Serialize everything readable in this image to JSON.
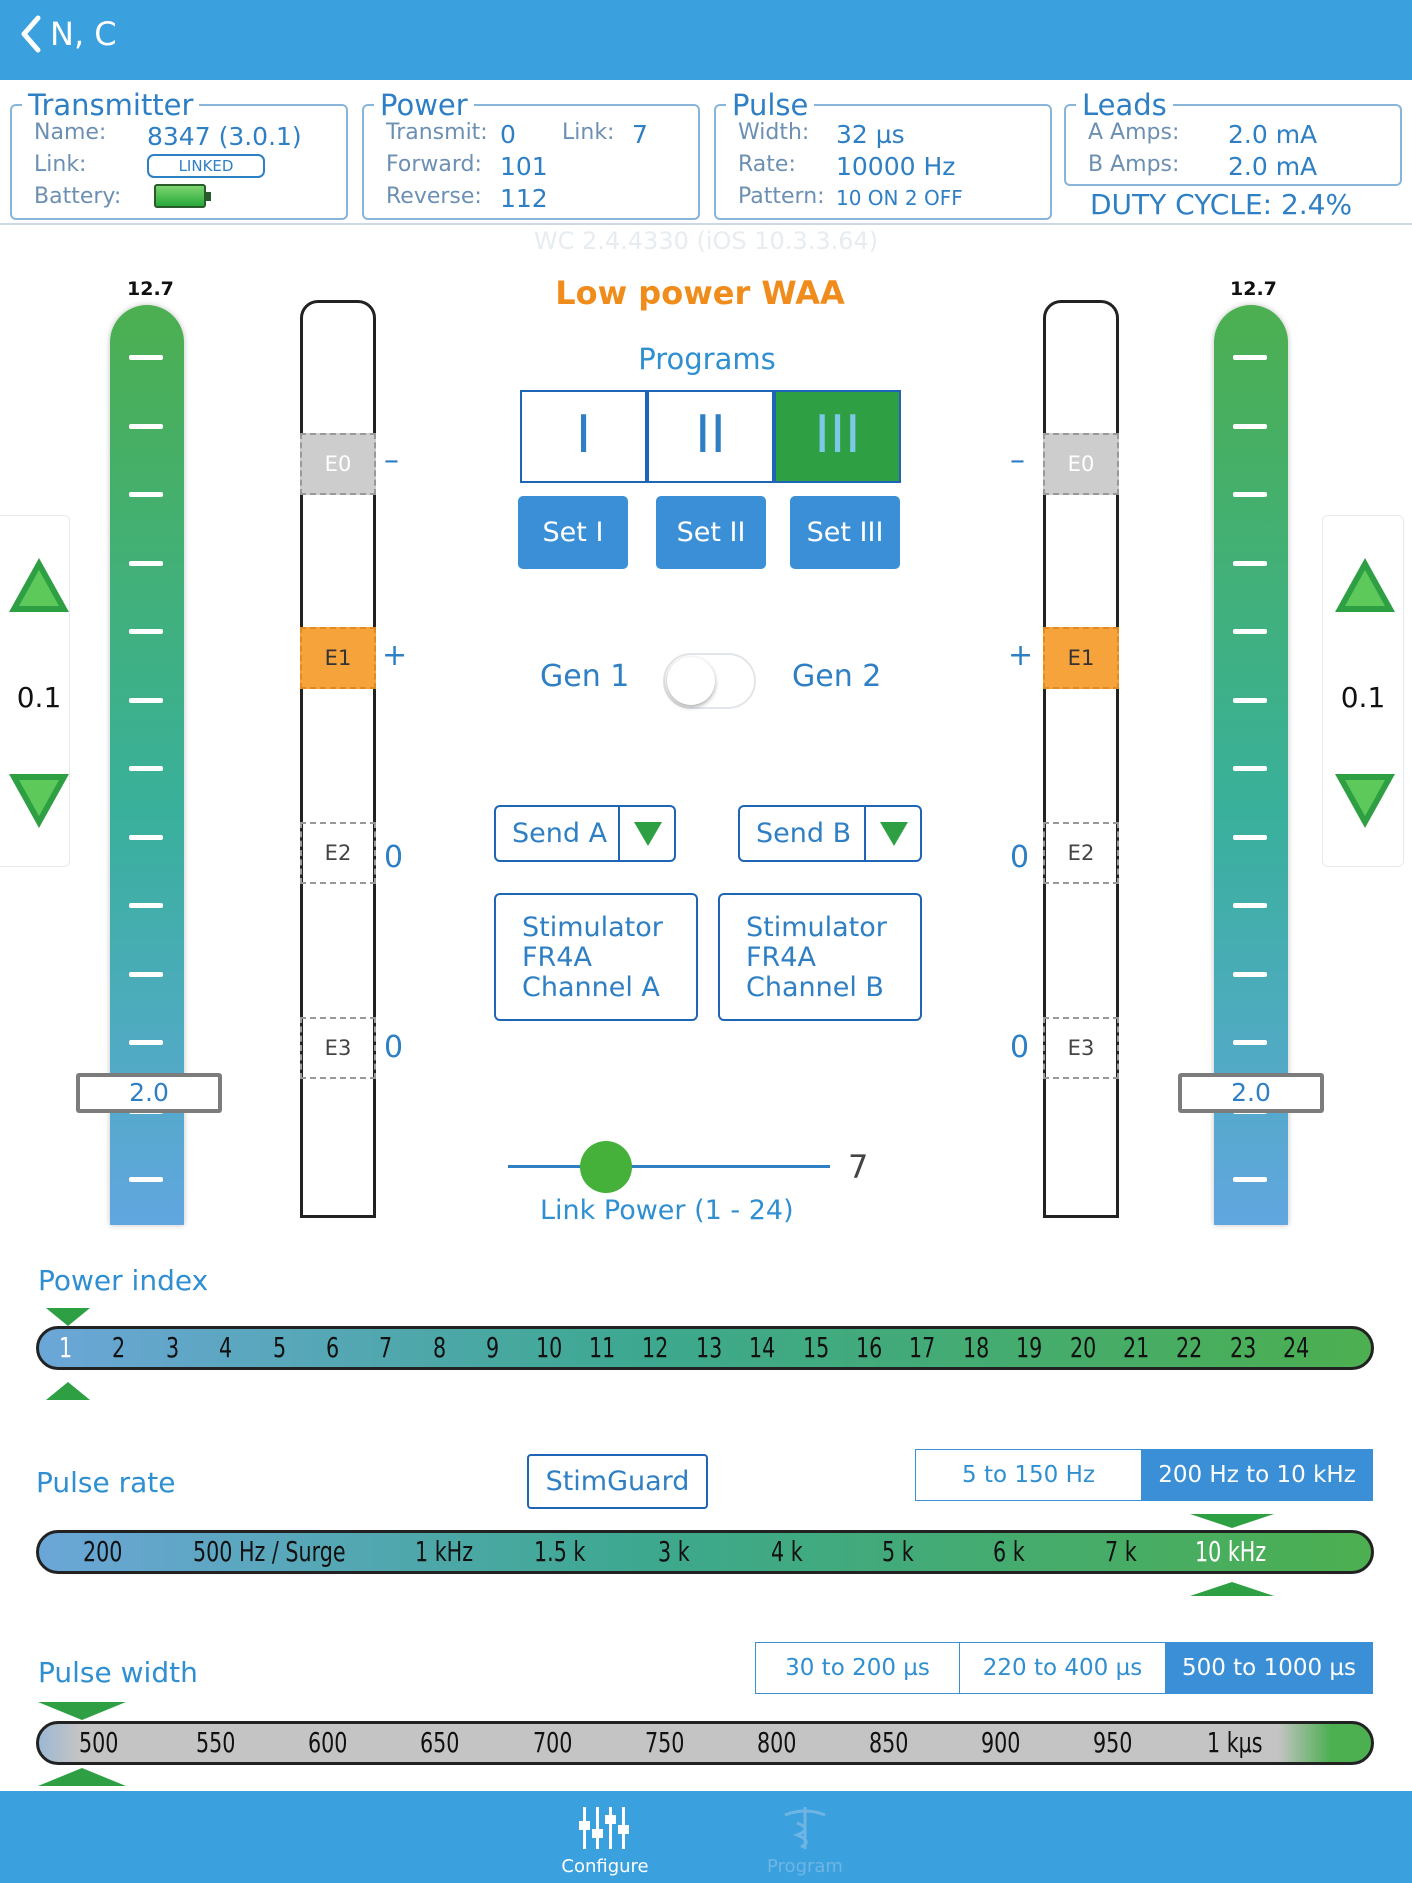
{
  "nav": {
    "back_label": "N, C"
  },
  "transmitter": {
    "title": "Transmitter",
    "name_label": "Name:",
    "name_value": "8347 (3.0.1)",
    "link_label": "Link:",
    "link_value": "LINKED",
    "battery_label": "Battery:"
  },
  "power": {
    "title": "Power",
    "transmit_label": "Transmit:",
    "transmit_value": "0",
    "link_label": "Link:",
    "link_value": "7",
    "forward_label": "Forward:",
    "forward_value": "101",
    "reverse_label": "Reverse:",
    "reverse_value": "112"
  },
  "pulse": {
    "title": "Pulse",
    "width_label": "Width:",
    "width_value": "32 µs",
    "rate_label": "Rate:",
    "rate_value": "10000 Hz",
    "pattern_label": "Pattern:",
    "pattern_value": "10 ON  2 OFF"
  },
  "leads": {
    "title": "Leads",
    "a_label": "A Amps:",
    "a_value": "2.0 mA",
    "b_label": "B Amps:",
    "b_value": "2.0 mA",
    "duty_cycle": "DUTY CYCLE: 2.4%"
  },
  "version": "WC 2.4.4330 (iOS 10.3.3.64)",
  "mode_title": "Low power WAA",
  "left_slider": {
    "max": "12.7",
    "value": "2.0",
    "step": "0.1"
  },
  "right_slider": {
    "max": "12.7",
    "value": "2.0",
    "step": "0.1"
  },
  "electrodes_left": [
    {
      "label": "E0",
      "sign": "–"
    },
    {
      "label": "E1",
      "sign": "+"
    },
    {
      "label": "E2",
      "sign": "0"
    },
    {
      "label": "E3",
      "sign": "0"
    }
  ],
  "electrodes_right": [
    {
      "label": "E0",
      "sign": "–"
    },
    {
      "label": "E1",
      "sign": "+"
    },
    {
      "label": "E2",
      "sign": "0"
    },
    {
      "label": "E3",
      "sign": "0"
    }
  ],
  "programs": {
    "label": "Programs",
    "buttons": [
      "I",
      "II",
      "III"
    ],
    "selected": "III",
    "set_buttons": [
      "Set I",
      "Set II",
      "Set III"
    ]
  },
  "generator": {
    "left": "Gen 1",
    "right": "Gen 2",
    "selected": "Gen 1"
  },
  "send": {
    "a": "Send A",
    "b": "Send B"
  },
  "stimulators": {
    "a": [
      "Stimulator",
      "FR4A",
      "Channel A"
    ],
    "b": [
      "Stimulator",
      "FR4A",
      "Channel B"
    ]
  },
  "link_power": {
    "value": "7",
    "label": "Link Power (1 - 24)",
    "min": 1,
    "max": 24
  },
  "power_index": {
    "label": "Power index",
    "values": [
      "1",
      "2",
      "3",
      "4",
      "5",
      "6",
      "7",
      "8",
      "9",
      "10",
      "11",
      "12",
      "13",
      "14",
      "15",
      "16",
      "17",
      "18",
      "19",
      "20",
      "21",
      "22",
      "23",
      "24"
    ],
    "selected": "1"
  },
  "pulse_rate": {
    "label": "Pulse rate",
    "stimguard": "StimGuard",
    "ranges": [
      "5 to 150 Hz",
      "200 Hz to 10 kHz"
    ],
    "selected_range": "200 Hz to 10 kHz",
    "values": [
      "200",
      "500 Hz / Surge",
      "1 kHz",
      "1.5 k",
      "3 k",
      "4 k",
      "5 k",
      "6 k",
      "7 k",
      "10 kHz"
    ],
    "selected": "10 kHz"
  },
  "pulse_width": {
    "label": "Pulse width",
    "ranges": [
      "30 to 200 µs",
      "220 to 400 µs",
      "500 to 1000 µs"
    ],
    "selected_range": "500 to 1000 µs",
    "values": [
      "500",
      "550",
      "600",
      "650",
      "700",
      "750",
      "800",
      "850",
      "900",
      "950",
      "1 kµs"
    ],
    "selected": "500"
  },
  "tabs": [
    {
      "label": "Configure",
      "active": true
    },
    {
      "label": "Program",
      "active": false
    }
  ],
  "colors": {
    "accent": "#3aa0de",
    "selected_green": "#2ea043",
    "orange": "#f08c1c",
    "electrode_active": "#f5a33a"
  }
}
